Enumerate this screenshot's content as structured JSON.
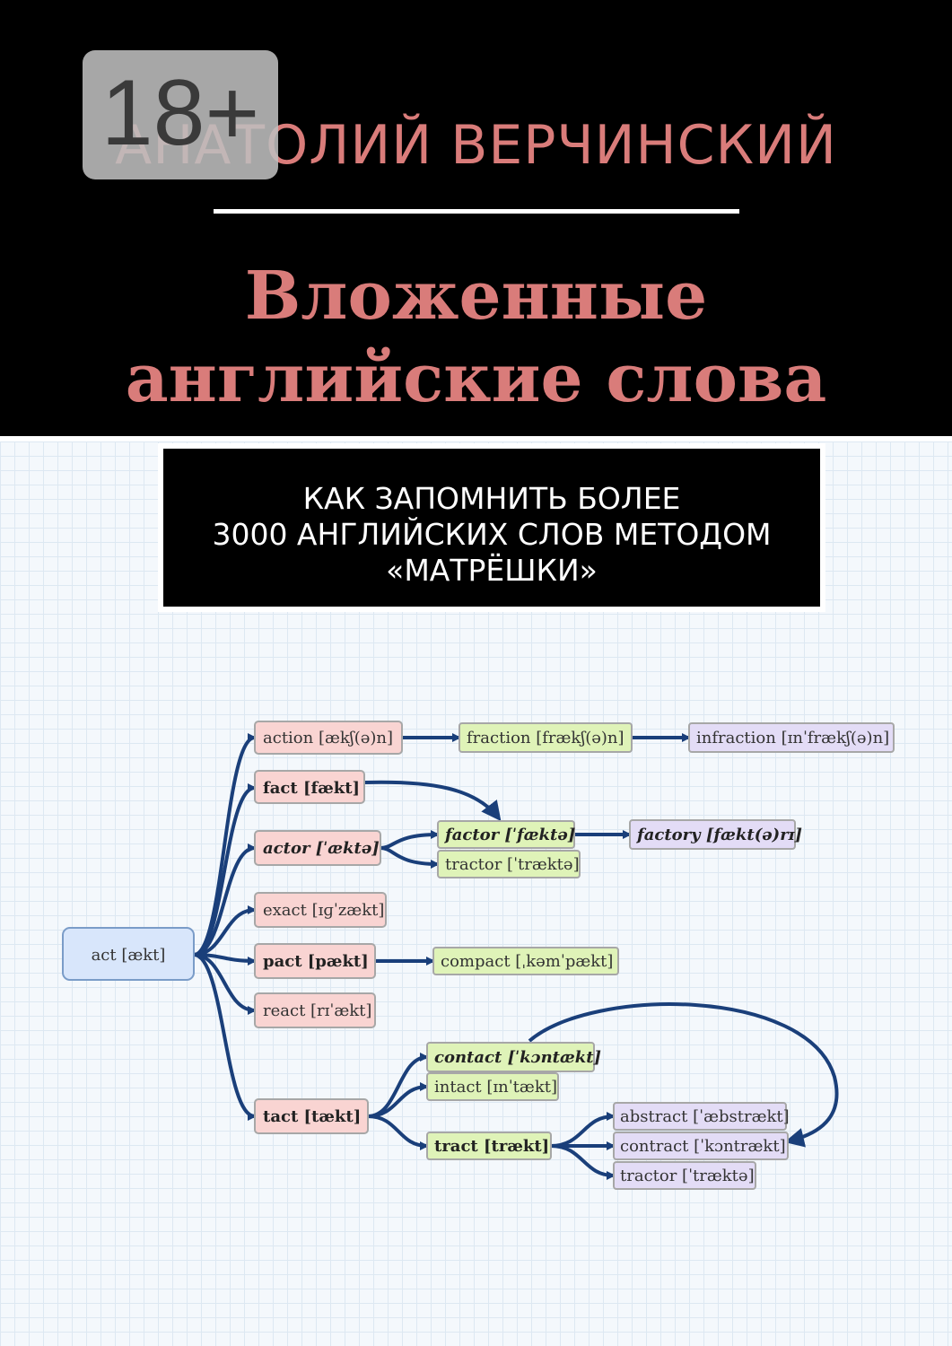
{
  "cover": {
    "age_rating": "18+",
    "author": "АНАТОЛИЙ ВЕРЧИНСКИЙ",
    "title_line1": "Вложенные",
    "title_line2": "английские слова",
    "subtitle_lines": [
      "КАК ЗАПОМНИТЬ БОЛЕЕ",
      "3000 АНГЛИЙСКИХ СЛОВ МЕТОДОМ",
      "«МАТРЁШКИ»"
    ]
  },
  "colors": {
    "author_title": "#d97c7a",
    "root_node": "#d8e6fb",
    "level1": "#f9d4d2",
    "level2": "#dff3b8",
    "level3": "#e3dcf6",
    "arrow": "#1a3f7a"
  },
  "diagram": {
    "root": "act [ækt]",
    "nodes": {
      "action": "action [ækʃ(ə)n]",
      "fraction": "fraction [frækʃ(ə)n]",
      "infraction": "infraction [ɪnˈfrækʃ(ə)n]",
      "fact": "fact [fækt]",
      "actor": "actor [ˈæktə]",
      "factor": "factor [ˈfæktə]",
      "factory": "factory [fækt(ə)rɪ]",
      "tractor1": "tractor [ˈtræktə]",
      "exact": "exact [ɪɡˈzækt]",
      "pact": "pact [pækt]",
      "compact": "compact [ˌkəmˈpækt]",
      "react": "react [rɪˈækt]",
      "tact": "tact [tækt]",
      "contact": "contact [ˈkɔntækt]",
      "intact": "intact [ɪnˈtækt]",
      "tract": "tract [trækt]",
      "abstract": "abstract [ˈæbstrækt]",
      "contract": "contract [ˈkɔntrækt]",
      "tractor2": "tractor [ˈtræktə]"
    }
  }
}
